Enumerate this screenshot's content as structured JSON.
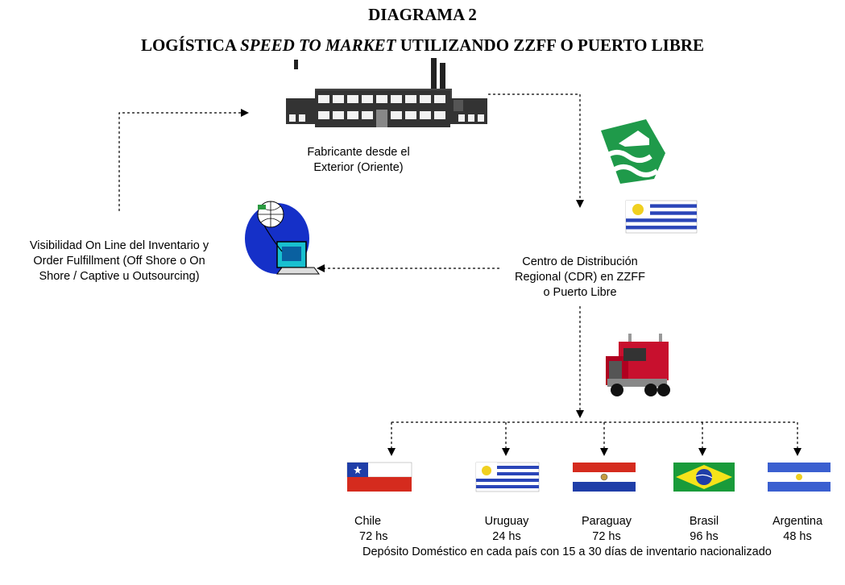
{
  "title": {
    "line1": "DIAGRAMA 2",
    "line2_prefix": "LOGÍSTICA ",
    "line2_italic": "SPEED TO MARKET",
    "line2_suffix": " UTILIZANDO ZZFF O PUERTO LIBRE"
  },
  "nodes": {
    "manufacturer": {
      "line1": "Fabricante desde el",
      "line2": "Exterior (Oriente)",
      "icon": "factory-icon"
    },
    "visibility": {
      "line1": "Visibilidad On Line del Inventario y",
      "line2": "Order Fulfillment (Off Shore o On",
      "line3": "Shore / Captive u Outsourcing)",
      "icon": "computer-globe-icon"
    },
    "cdr": {
      "line1": "Centro de Distribución",
      "line2": "Regional (CDR) en ZZFF",
      "line3": "o Puerto Libre",
      "icon": "port-logo-icon",
      "flag": "uruguay-flag"
    },
    "truck": {
      "icon": "truck-icon"
    }
  },
  "countries": [
    {
      "name": "Chile",
      "time": "72 hs",
      "flag": "chile-flag"
    },
    {
      "name": "Uruguay",
      "time": "24 hs",
      "flag": "uruguay-flag"
    },
    {
      "name": "Paraguay",
      "time": "72 hs",
      "flag": "paraguay-flag"
    },
    {
      "name": "Brasil",
      "time": "96 hs",
      "flag": "brazil-flag"
    },
    {
      "name": "Argentina",
      "time": "48 hs",
      "flag": "argentina-flag"
    }
  ],
  "footnote": "Depósito Doméstico en cada país con 15 a 30 días de inventario nacionalizado",
  "colors": {
    "port_logo": "#1f9a4a",
    "uruguay_blue": "#2a45b8",
    "chile_red": "#d52b1e",
    "chile_blue": "#1f3ea8",
    "paraguay_red": "#d52b1e",
    "paraguay_blue": "#1f3ea8",
    "brazil_green": "#199b3a",
    "brazil_yellow": "#f5e31a",
    "brazil_blue": "#1f3ea8",
    "argentina_blue": "#3a5fd0",
    "sun": "#f0d020",
    "truck_red": "#c8102e"
  }
}
